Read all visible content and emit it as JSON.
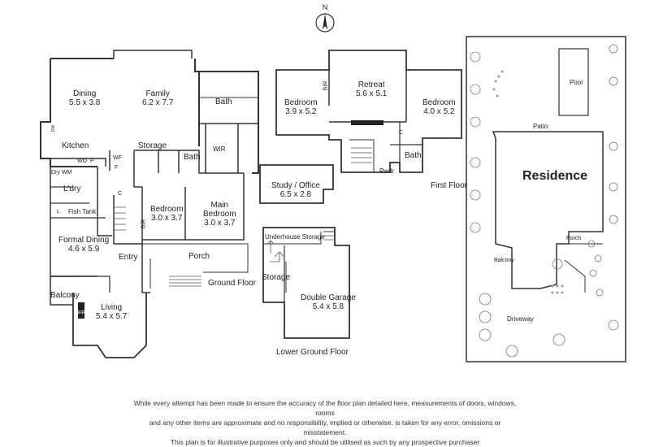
{
  "compass": {
    "north_label": "N"
  },
  "floors": {
    "ground": "Ground Floor",
    "first": "First Floor",
    "lower_ground": "Lower Ground Floor"
  },
  "ground_rooms": {
    "dining": {
      "name": "Dining",
      "dim": "5.5 x 3.8"
    },
    "family": {
      "name": "Family",
      "dim": "6.2 x 7.7"
    },
    "bath1": "Bath",
    "kitchen": "Kitchen",
    "wo": "WO",
    "p": "P",
    "wf": "WF",
    "f": "F",
    "storage": "Storage",
    "bath2": "Bath",
    "wir": "WIR",
    "drywm": "Dry WM",
    "ldry": "L'dry",
    "c": "C",
    "l": "L",
    "fishtank": "Fish Tank",
    "bedroom": {
      "name": "Bedroom",
      "dim": "3.0 x 3.7"
    },
    "bir": "BIR",
    "main_bedroom": {
      "name": "Main",
      "name2": "Bedroom",
      "dim": "3.0 x 3.7"
    },
    "formal_dining": {
      "name": "Formal Dining",
      "dim": "4.6 x 5.9"
    },
    "entry": "Entry",
    "porch": "Porch",
    "balcony": "Balcony",
    "fp": "FP",
    "living": {
      "name": "Living",
      "dim": "5.4 x 5.7"
    },
    "dw": "DW"
  },
  "first_rooms": {
    "bedroom_left": {
      "name": "Bedroom",
      "dim": "3.9 x 5.2"
    },
    "bir": "BIR",
    "retreat": {
      "name": "Retreat",
      "dim": "5.6 x 5.1"
    },
    "bedroom_right": {
      "name": "Bedroom",
      "dim": "4.0 x 5.2"
    },
    "c": "C",
    "bath": "Bath",
    "pwdr": "Pwdr",
    "study": {
      "name": "Study / Office",
      "dim": "6.5 x 2.8"
    }
  },
  "lower_rooms": {
    "underhouse": "Underhouse Storage",
    "storage": "Storage",
    "garage": {
      "name": "Double Garage",
      "dim": "5.4 x 5.8"
    }
  },
  "site": {
    "residence": "Residence",
    "pool": "Pool",
    "patio": "Patio",
    "porch": "Porch",
    "balcony": "Balcony",
    "driveway": "Driveway"
  },
  "disclaimer": [
    "While every attempt has been made to ensure the accuracy of the floor plan detailed here, measurements of doors, windows, rooms",
    "and any other items are approximate and no responsibility, implied or otherwise, is taken for any error, omissions or misstatement.",
    "This plan is for illustrative purposes only and should be utilised as such by any prospective purchaser"
  ]
}
